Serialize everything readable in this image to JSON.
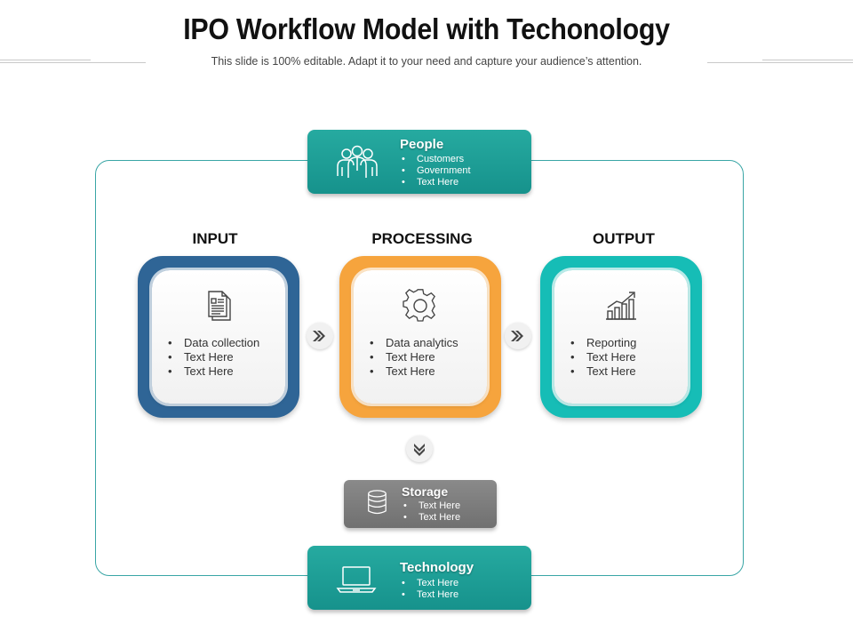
{
  "header": {
    "title": "IPO Workflow Model with Techonology",
    "subtitle": "This slide is 100% editable. Adapt it to your need and capture your audience’s attention."
  },
  "people": {
    "title": "People",
    "items": [
      "Customers",
      "Government",
      "Text Here"
    ],
    "icon": "people-group-icon"
  },
  "columns": [
    {
      "heading": "INPUT",
      "icon": "document-icon",
      "color": "#2f6596",
      "items": [
        "Data collection",
        "Text Here",
        "Text Here"
      ]
    },
    {
      "heading": "PROCESSING",
      "icon": "gear-icon",
      "color": "#f6a43d",
      "items": [
        "Data analytics",
        "Text Here",
        "Text Here"
      ]
    },
    {
      "heading": "OUTPUT",
      "icon": "growth-chart-icon",
      "color": "#16bdb6",
      "items": [
        "Reporting",
        "Text Here",
        "Text Here"
      ]
    }
  ],
  "storage": {
    "title": "Storage",
    "items": [
      "Text Here",
      "Text Here"
    ],
    "icon": "database-icon"
  },
  "technology": {
    "title": "Technology",
    "items": [
      "Text Here",
      "Text Here"
    ],
    "icon": "laptop-icon"
  },
  "colors": {
    "teal": "#16928c",
    "gray": "#7a7a7a",
    "frame": "#3aa6a6"
  }
}
